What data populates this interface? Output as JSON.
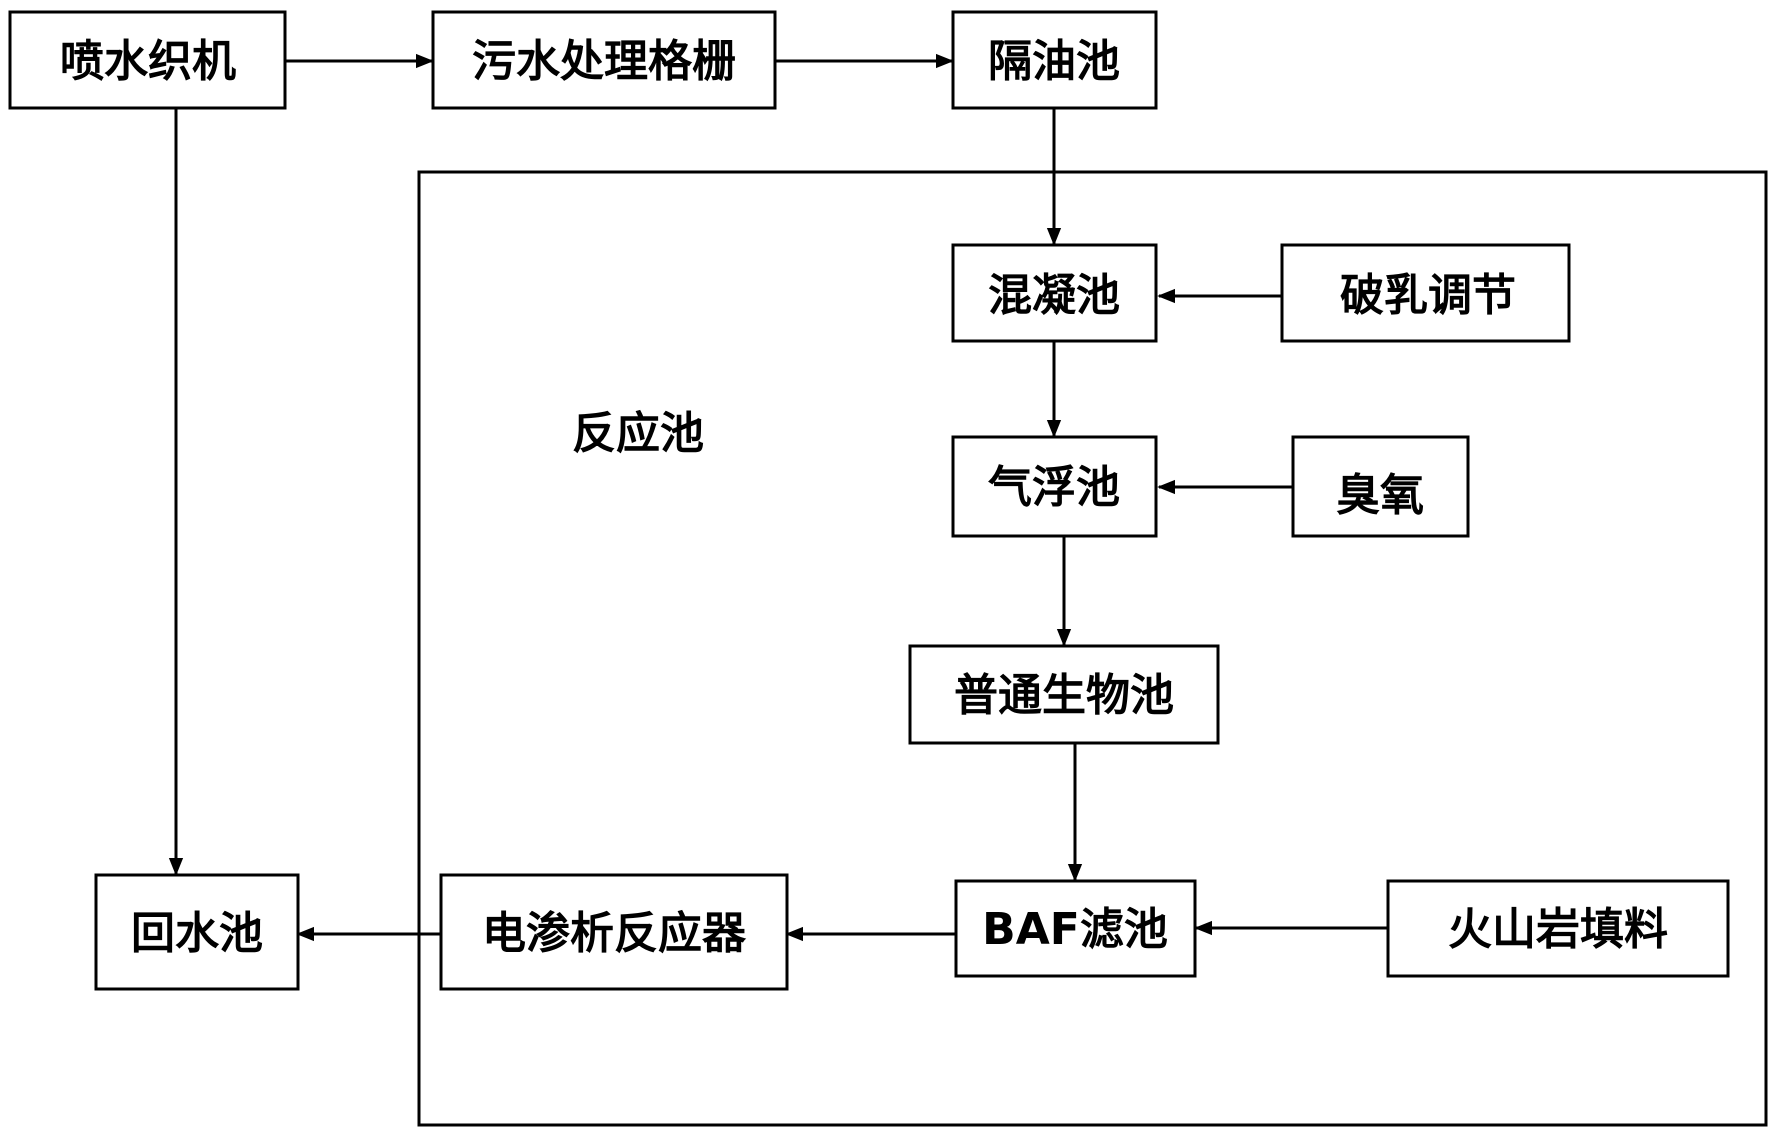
{
  "diagram": {
    "region_label": "反应池",
    "nodes": {
      "loom": "喷水织机",
      "grate": "污水处理格栅",
      "oil_separator": "隔油池",
      "coagulation": "混凝池",
      "demulsify": "破乳调节",
      "flotation": "气浮池",
      "ozone": "臭氧",
      "bio_tank": "普通生物池",
      "baf": "BAF滤池",
      "volcanic": "火山岩填料",
      "electrodialysis": "电渗析反应器",
      "return_pool": "回水池"
    }
  }
}
